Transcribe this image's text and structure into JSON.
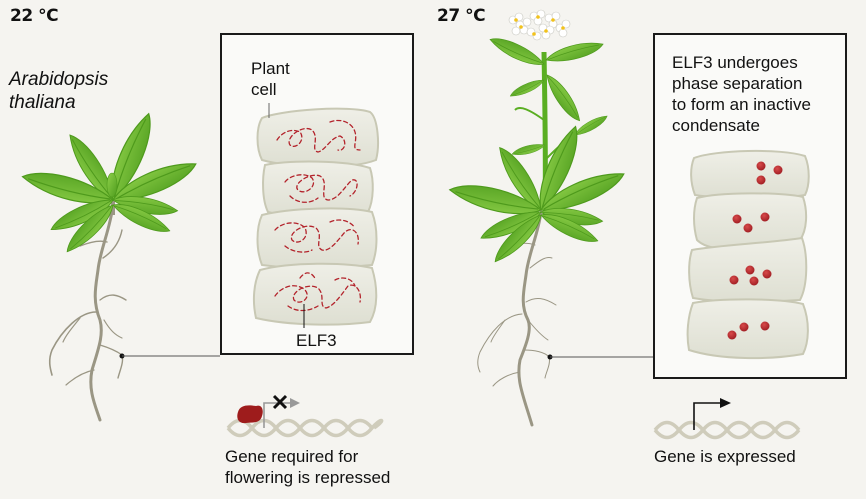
{
  "left_panel": {
    "temperature": "22 °C",
    "species_line1": "Arabidopsis",
    "species_line2": "thaliana",
    "inset": {
      "cell_label_line1": "Plant",
      "cell_label_line2": "cell",
      "protein_label": "ELF3",
      "cell_count": 4,
      "elf3_state": "dispersed filaments"
    },
    "gene": {
      "caption_line1": "Gene required for",
      "caption_line2": "flowering is repressed",
      "status": "repressed",
      "icon": "x-mark-icon"
    }
  },
  "right_panel": {
    "temperature": "27 °C",
    "inset": {
      "caption_line1": "ELF3 undergoes",
      "caption_line2": "phase separation",
      "caption_line3": "to form an inactive",
      "caption_line4": "condensate",
      "cell_count": 4,
      "elf3_state": "condensate droplets"
    },
    "gene": {
      "caption": "Gene is expressed",
      "status": "expressed"
    }
  },
  "colors": {
    "background": "#f5f4f0",
    "leaf_green": "#6cbf2c",
    "leaf_dark": "#4e9a1c",
    "root": "#9a9684",
    "cell_fill": "#e6e6dc",
    "cell_stroke": "#c8c8b4",
    "elf3_red": "#b3232b",
    "dna": "#cfccbb",
    "repressor": "#9e1c1c"
  }
}
